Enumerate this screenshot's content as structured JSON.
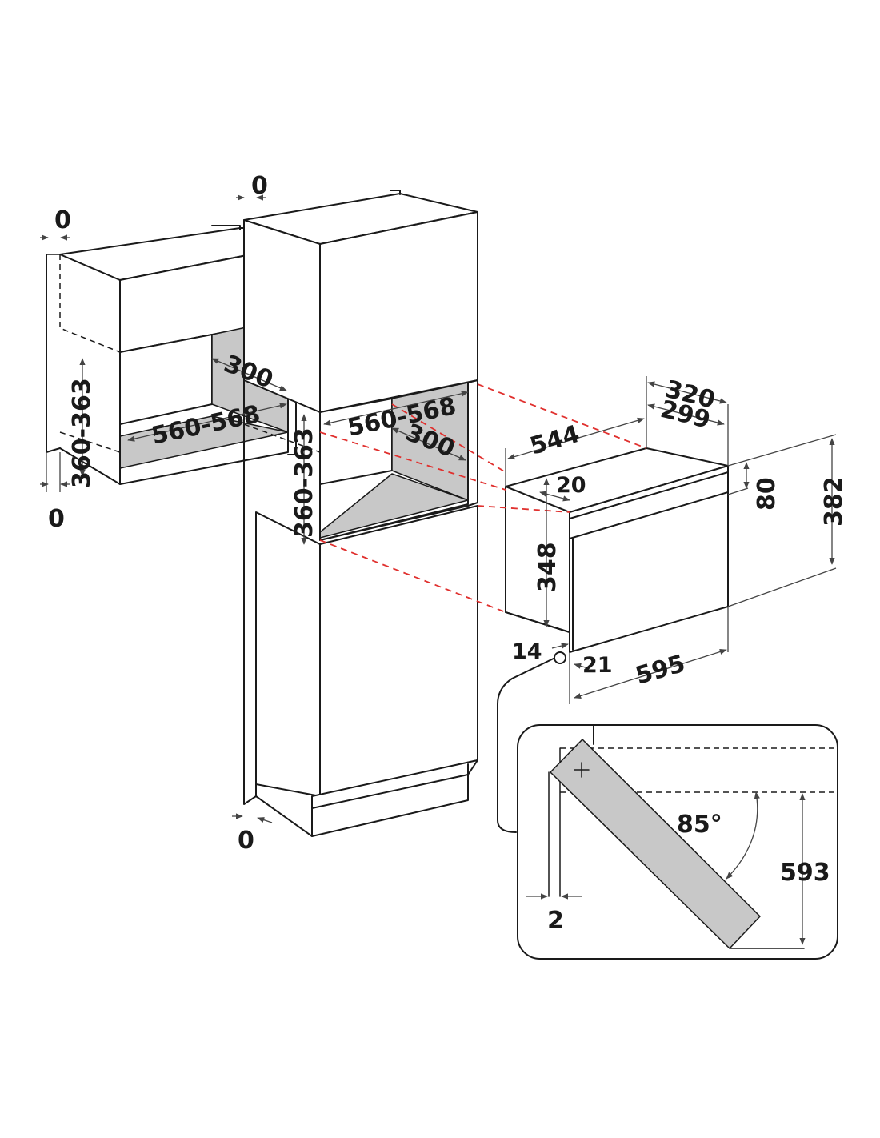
{
  "dimensions": {
    "top_gap_left": "0",
    "bottom_gap_left": "0",
    "top_gap_right": "0",
    "bottom_gap_right": "0",
    "upper_niche_depth": "300",
    "upper_niche_width": "560-568",
    "upper_niche_height": "360-363",
    "tall_niche_width": "560-568",
    "tall_niche_depth": "300",
    "tall_niche_height": "360-363",
    "appliance_depth_outer": "320",
    "appliance_depth_inner": "299",
    "appliance_body_width": "544",
    "front_top_offset": "20",
    "panel_height": "80",
    "front_height": "382",
    "body_height": "348",
    "front_thickness": "14",
    "front_side_offset": "21",
    "front_width": "595",
    "door_angle": "85°",
    "door_height": "593",
    "door_gap": "2"
  }
}
